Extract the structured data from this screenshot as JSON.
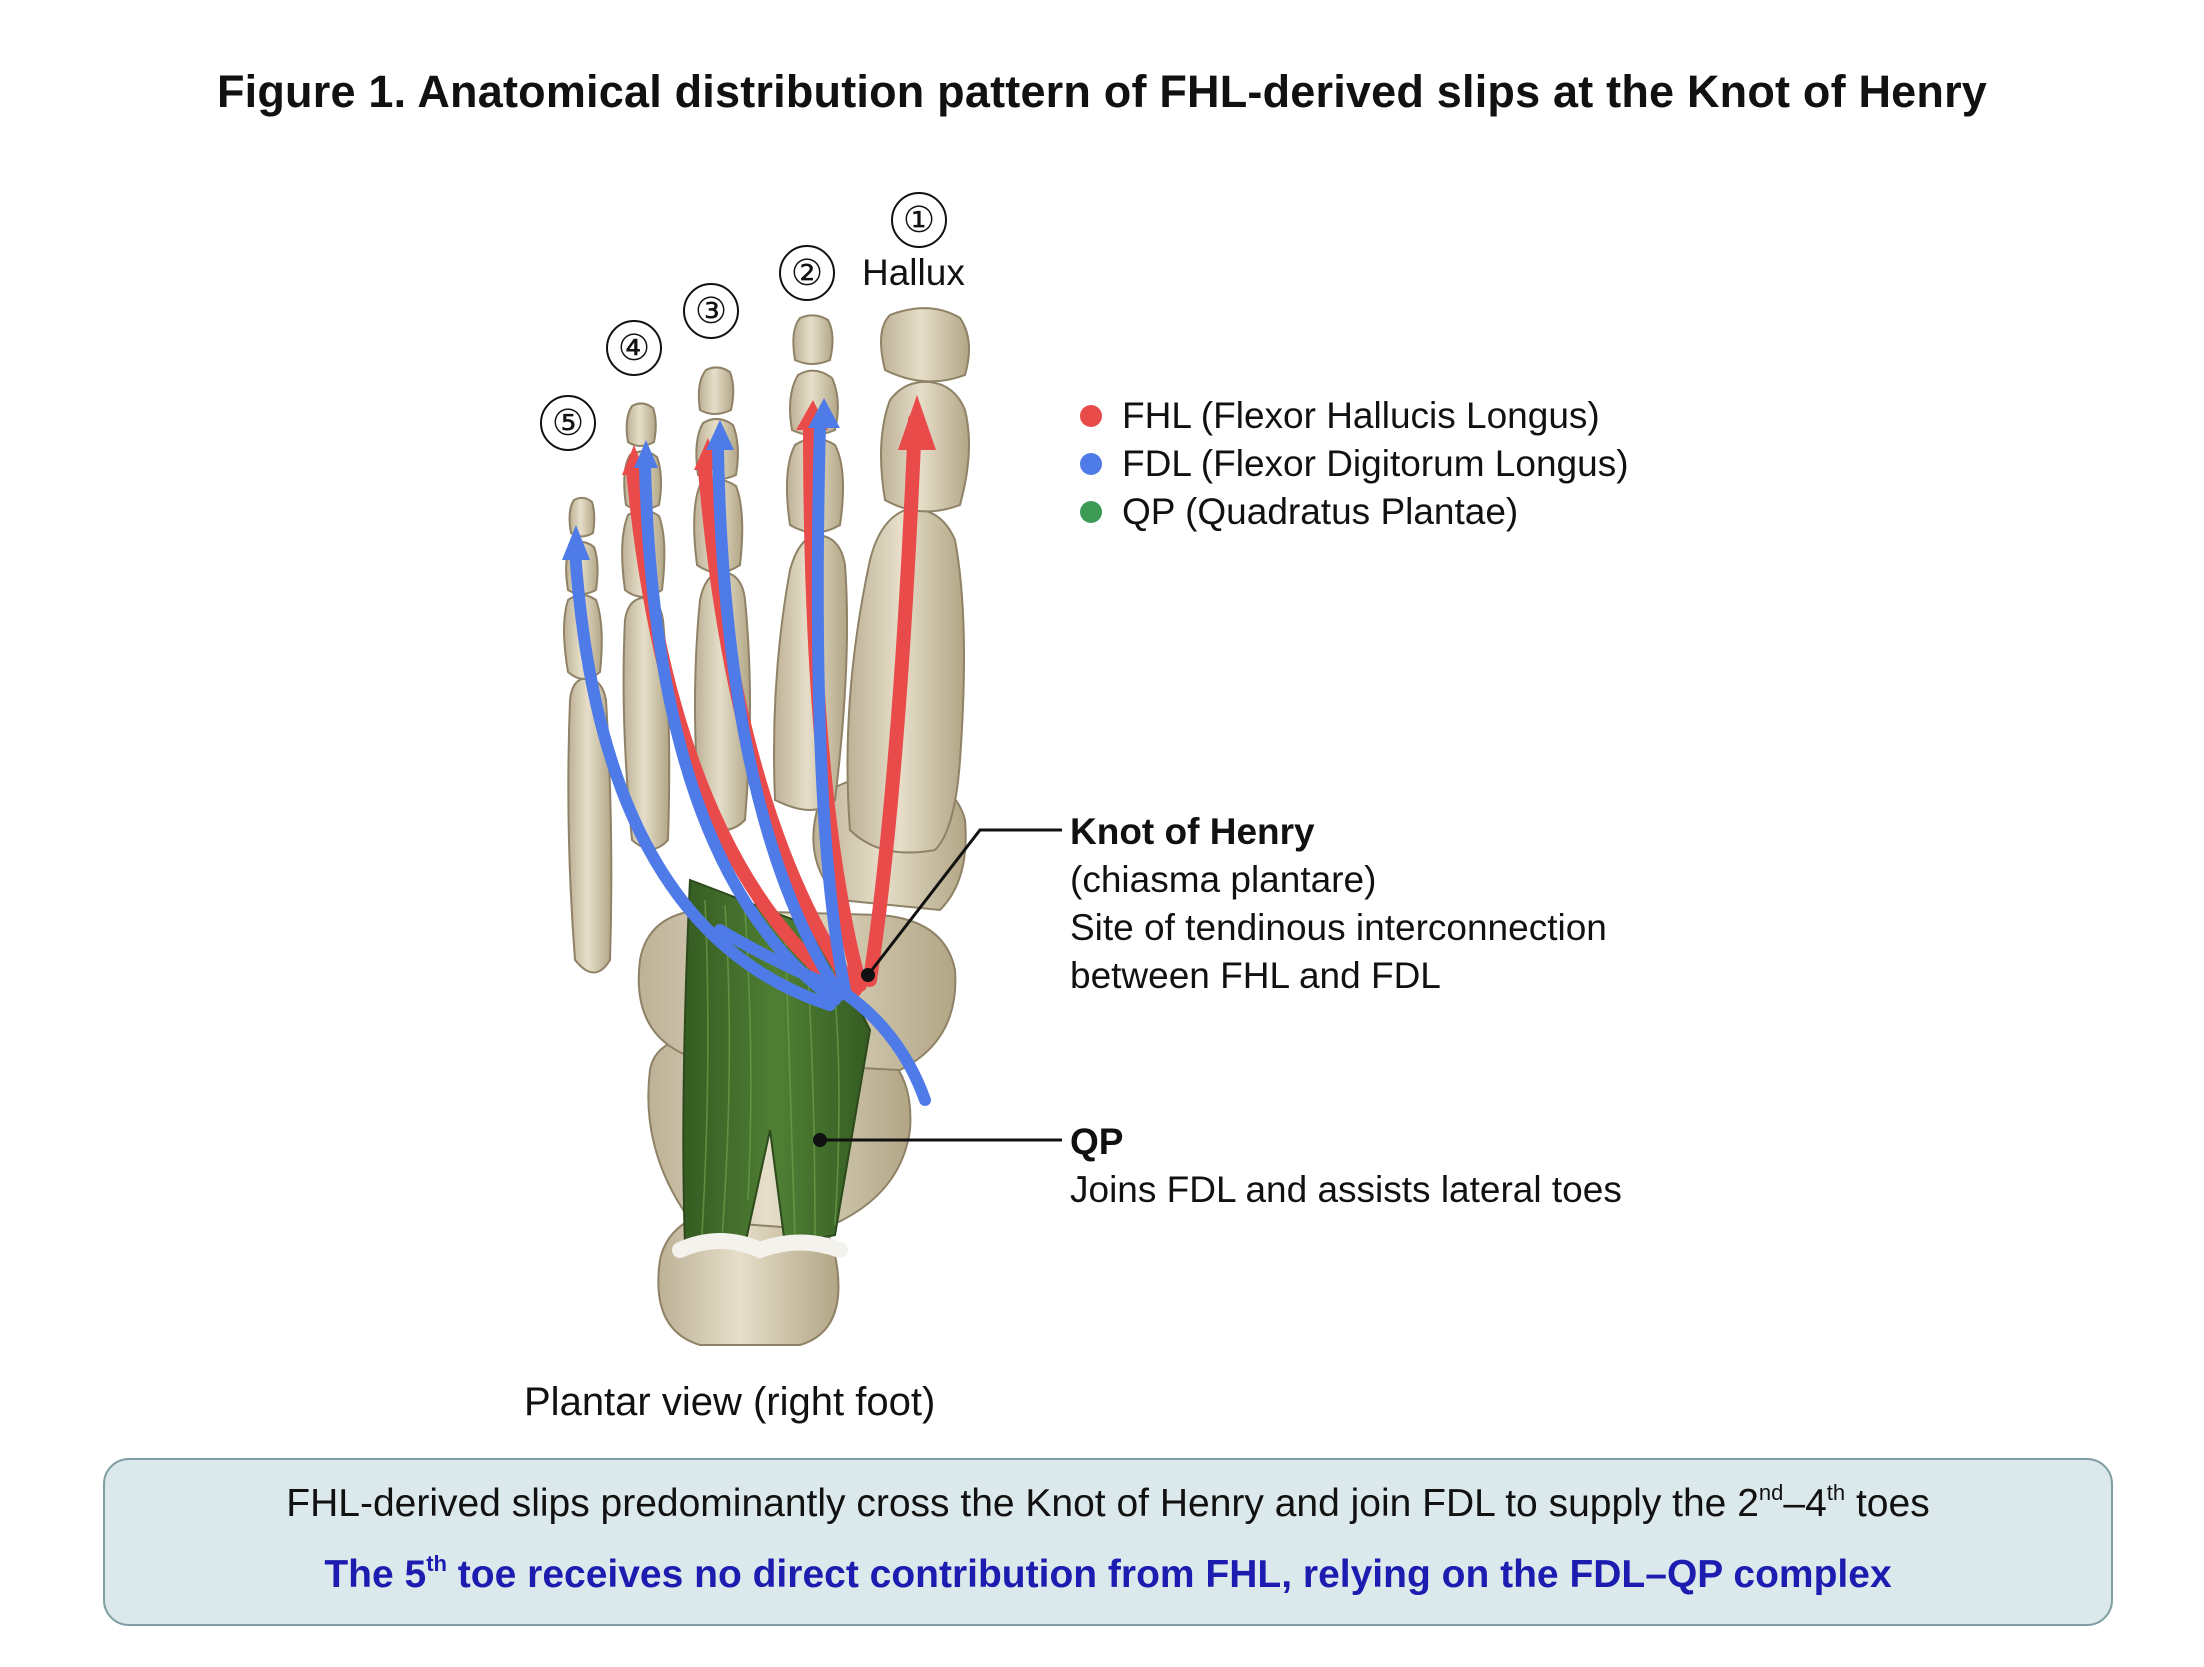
{
  "title": "Figure 1. Anatomical distribution pattern of FHL-derived slips at the Knot of Henry",
  "toes": [
    {
      "num": "①",
      "name": "Hallux"
    },
    {
      "num": "②",
      "name": ""
    },
    {
      "num": "③",
      "name": ""
    },
    {
      "num": "④",
      "name": ""
    },
    {
      "num": "⑤",
      "name": ""
    }
  ],
  "legend": [
    {
      "label": "FHL (Flexor Hallucis Longus)",
      "color": "#e94a4a"
    },
    {
      "label": "FDL (Flexor Digitorum Longus)",
      "color": "#4f7be8"
    },
    {
      "label": "QP (Quadratus Plantae)",
      "color": "#3d9a55"
    }
  ],
  "callouts": {
    "knot": {
      "heading": "Knot of Henry",
      "line1": "(chiasma plantare)",
      "line2": "Site of tendinous interconnection",
      "line3": "between FHL and FDL"
    },
    "qp": {
      "heading": "QP",
      "line1": "Joins FDL and assists lateral toes"
    }
  },
  "caption": "Plantar view (right foot)",
  "summary": {
    "line1_a": "FHL-derived slips predominantly cross the Knot of Henry and join FDL to supply the 2",
    "line1_sup1": "nd",
    "line1_b": "–4",
    "line1_sup2": "th",
    "line1_c": " toes",
    "line2_a": "The 5",
    "line2_sup": "th",
    "line2_b": " toe receives no direct contribution from FHL, relying on the FDL–QP complex"
  },
  "colors": {
    "bone": "#d6ccb4",
    "bone_shadow": "#a89b7d",
    "fhl": "#e94a4a",
    "fdl": "#4f7be8",
    "qp": "#3f6a2a",
    "summary_bg": "#dce9ec",
    "summary_emphasis": "#1c1db0"
  }
}
